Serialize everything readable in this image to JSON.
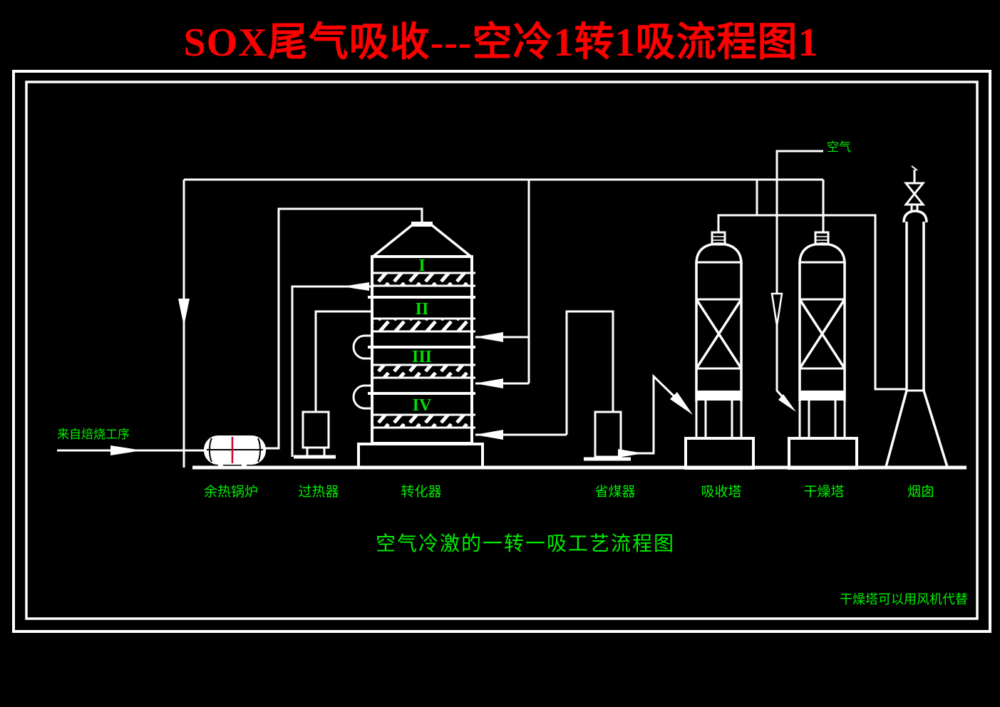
{
  "title": "SOX尾气吸收---空冷1转1吸流程图1",
  "caption": "空气冷激的一转一吸工艺流程图",
  "note": "干燥塔可以用风机代替",
  "stream_labels": {
    "from_roasting": "来自焙烧工序",
    "air": "空气"
  },
  "equipment": {
    "boiler": "余热锅炉",
    "superheater": "过热器",
    "converter": "转化器",
    "economizer": "省煤器",
    "absorber": "吸收塔",
    "dryer": "干燥塔",
    "chimney": "烟囱"
  },
  "converter_beds": {
    "bed1": "I",
    "bed2": "II",
    "bed3": "III",
    "bed4": "IV"
  },
  "colors": {
    "background": "#000000",
    "line": "#ffffff",
    "label_green": "#00ee00",
    "title_red": "#fe0000",
    "boiler_mark_red": "#cc0033"
  }
}
